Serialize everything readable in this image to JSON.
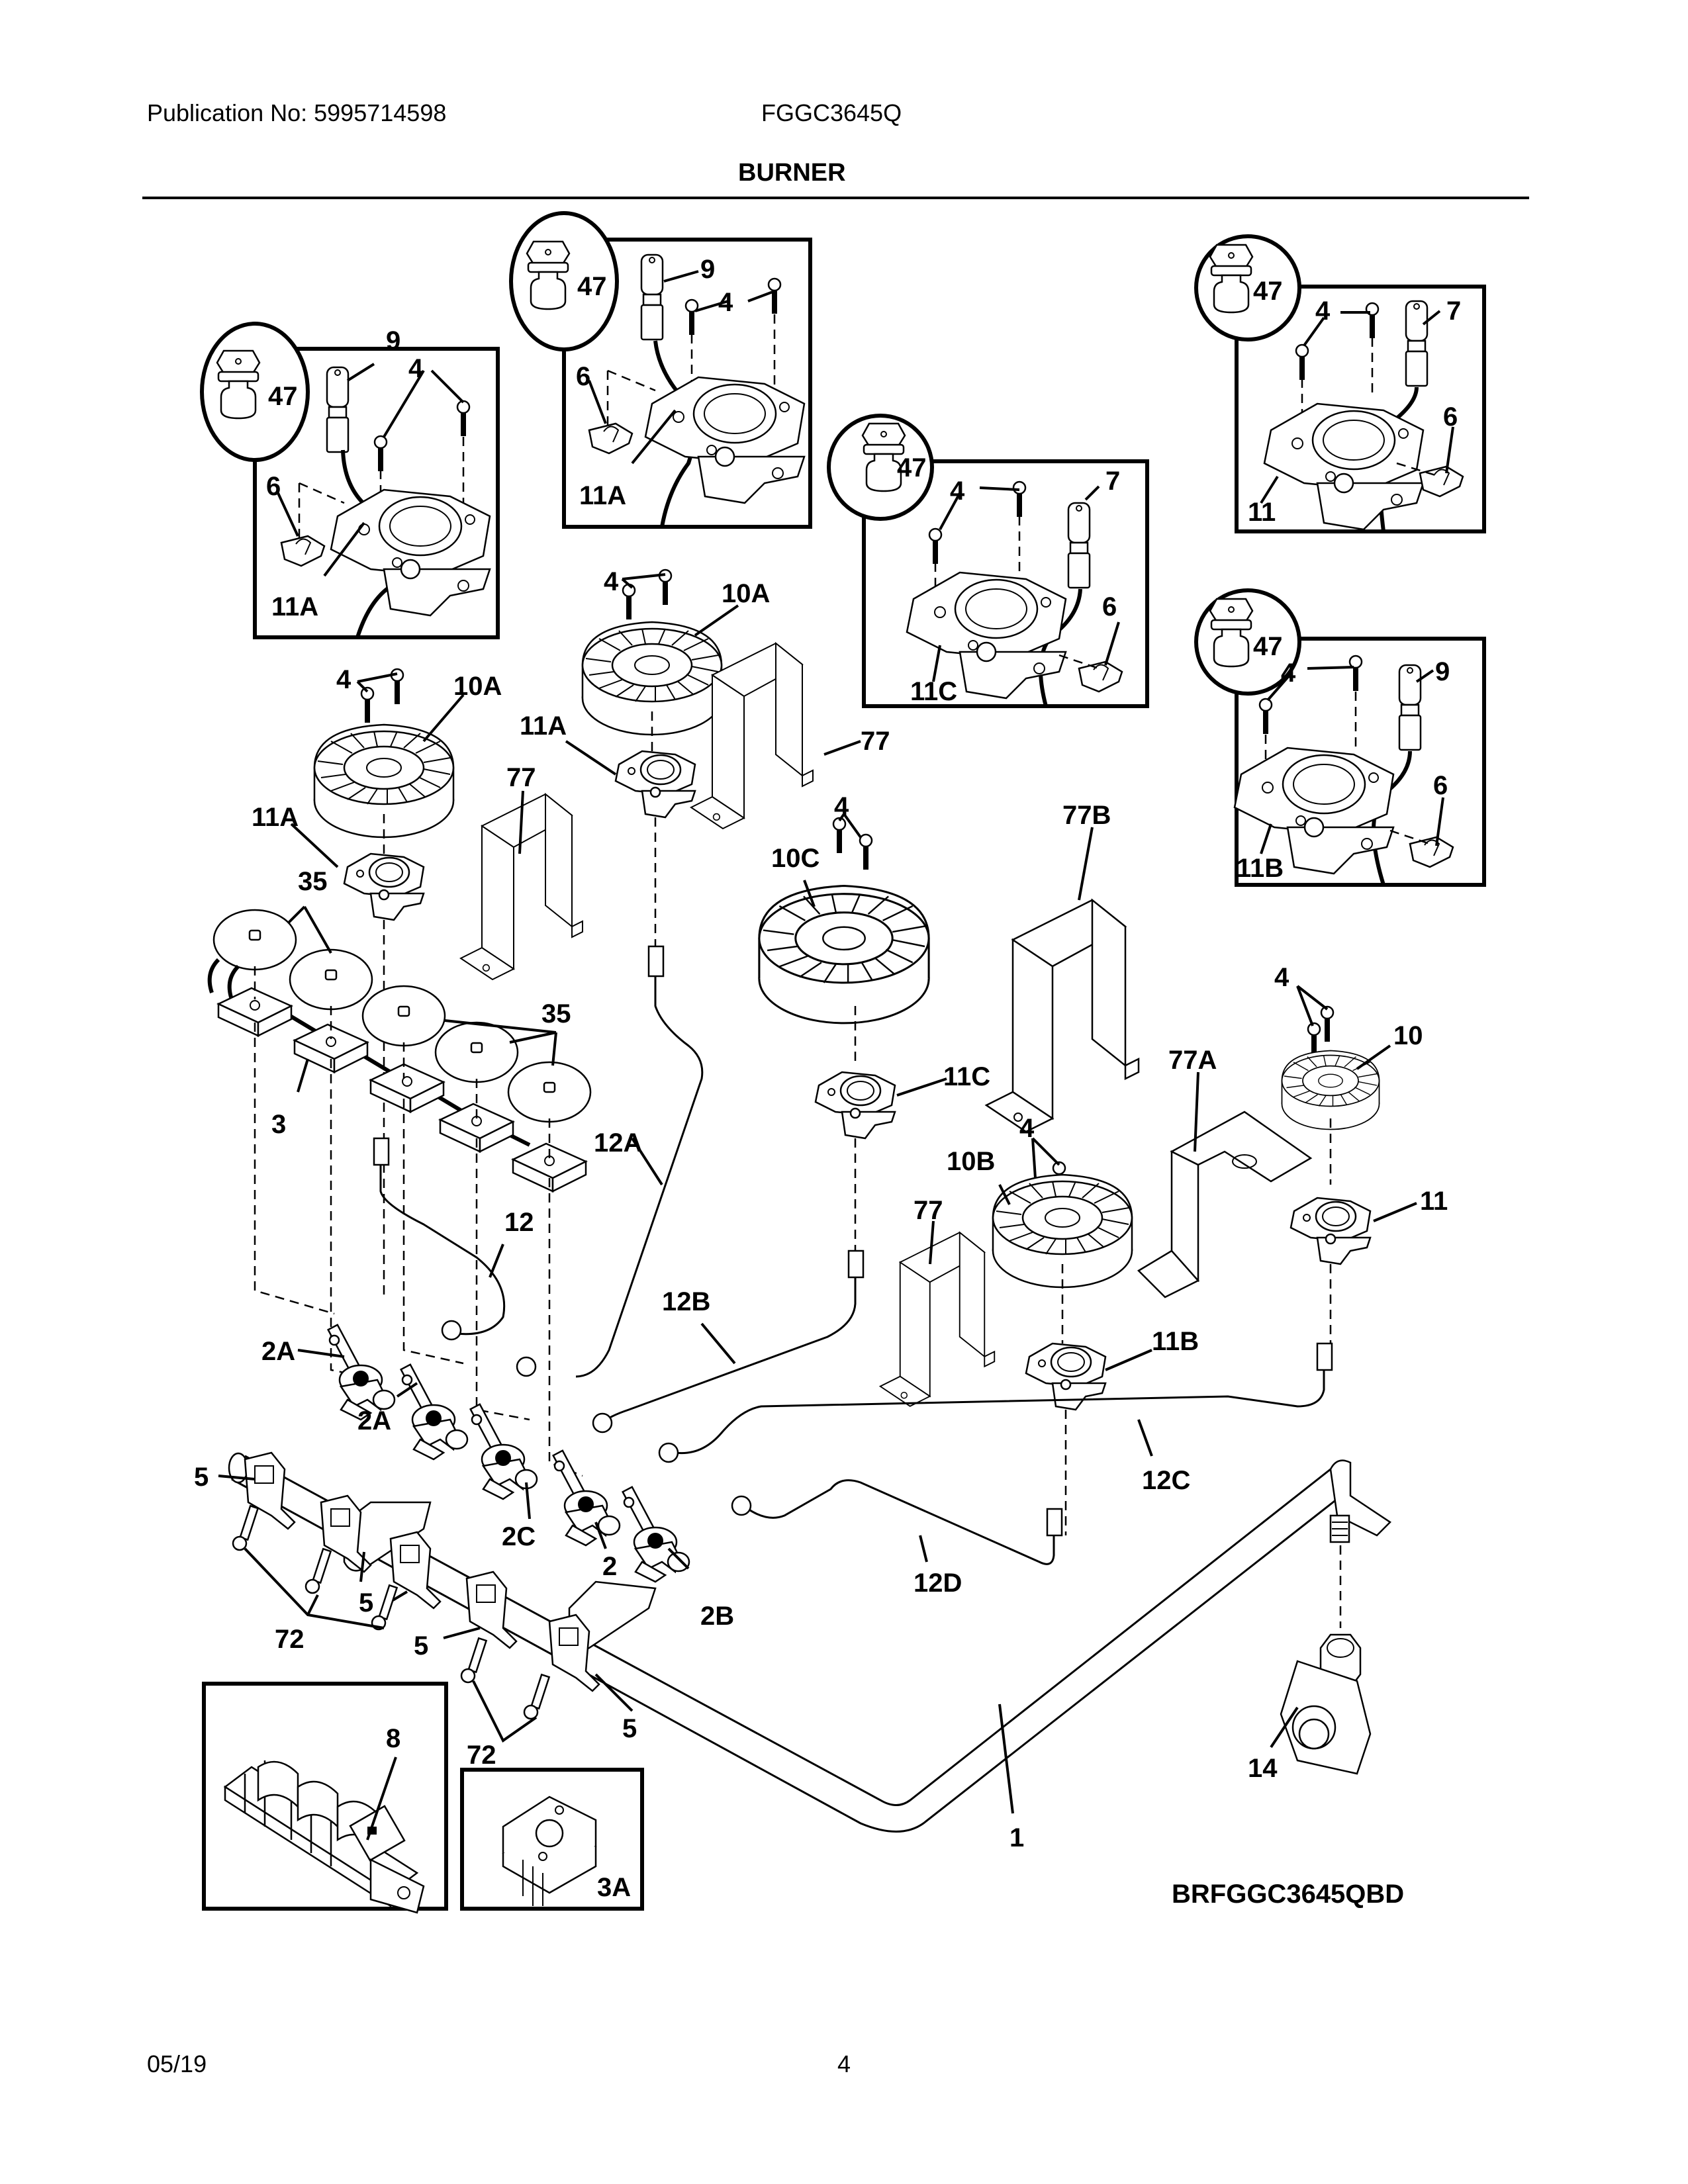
{
  "header": {
    "publication": "Publication No: 5995714598",
    "model": "FGGC3645Q",
    "section_title": "BURNER"
  },
  "footer": {
    "date": "05/19",
    "page": "4"
  },
  "diagram": {
    "code": "BRFGGC3645QBD",
    "inset_boxes": [
      {
        "name": "inset-burner-left-rear",
        "labels": [
          "47",
          "9",
          "4",
          "6",
          "11A"
        ]
      },
      {
        "name": "inset-burner-left-center",
        "labels": [
          "47",
          "9",
          "4",
          "6",
          "11A"
        ]
      },
      {
        "name": "inset-burner-center",
        "labels": [
          "47",
          "4",
          "7",
          "6",
          "11C"
        ]
      },
      {
        "name": "inset-burner-right-rear",
        "labels": [
          "47",
          "4",
          "7",
          "6",
          "11"
        ]
      },
      {
        "name": "inset-burner-right-front",
        "labels": [
          "47",
          "4",
          "9",
          "6",
          "11B"
        ]
      },
      {
        "name": "inset-spark-module",
        "labels": [
          "8"
        ]
      },
      {
        "name": "inset-terminal-block",
        "labels": [
          "3A"
        ]
      }
    ],
    "callouts": {
      "c47a": "47",
      "c9a": "9",
      "c4a": "4",
      "c6a": "6",
      "c11Aa": "11A",
      "c47b": "47",
      "c9b": "9",
      "c4b": "4",
      "c6b": "6",
      "c11Ab": "11A",
      "c47c": "47",
      "c4c": "4",
      "c7c": "7",
      "c6c": "6",
      "c11Cc": "11C",
      "c47d": "47",
      "c4d": "4",
      "c7d": "7",
      "c6d": "6",
      "c11d": "11",
      "c47e": "47",
      "c4e": "4",
      "c9e": "9",
      "c6e": "6",
      "c11Be": "11B",
      "m4a": "4",
      "m10Aa": "10A",
      "m11Aa": "11A",
      "m35a": "35",
      "m77a": "77",
      "m4b": "4",
      "m10Ab": "10A",
      "m11Ab": "11A",
      "m77b": "77",
      "m4c": "4",
      "m10C": "10C",
      "m77B": "77B",
      "m35b": "35",
      "m11C": "11C",
      "m3": "3",
      "m12A": "12A",
      "m12": "12",
      "m4d": "4",
      "m10B": "10B",
      "m77c": "77",
      "m77A": "77A",
      "m4e": "4",
      "m10": "10",
      "m11": "11",
      "m12B": "12B",
      "m11B": "11B",
      "m2Aa": "2A",
      "m2Ab": "2A",
      "m2C": "2C",
      "m2": "2",
      "m2B": "2B",
      "m5a": "5",
      "m5b": "5",
      "m5c": "5",
      "m5d": "5",
      "m72a": "72",
      "m72b": "72",
      "m12C": "12C",
      "m12D": "12D",
      "m1": "1",
      "m14": "14",
      "m8": "8",
      "m3A": "3A"
    }
  }
}
